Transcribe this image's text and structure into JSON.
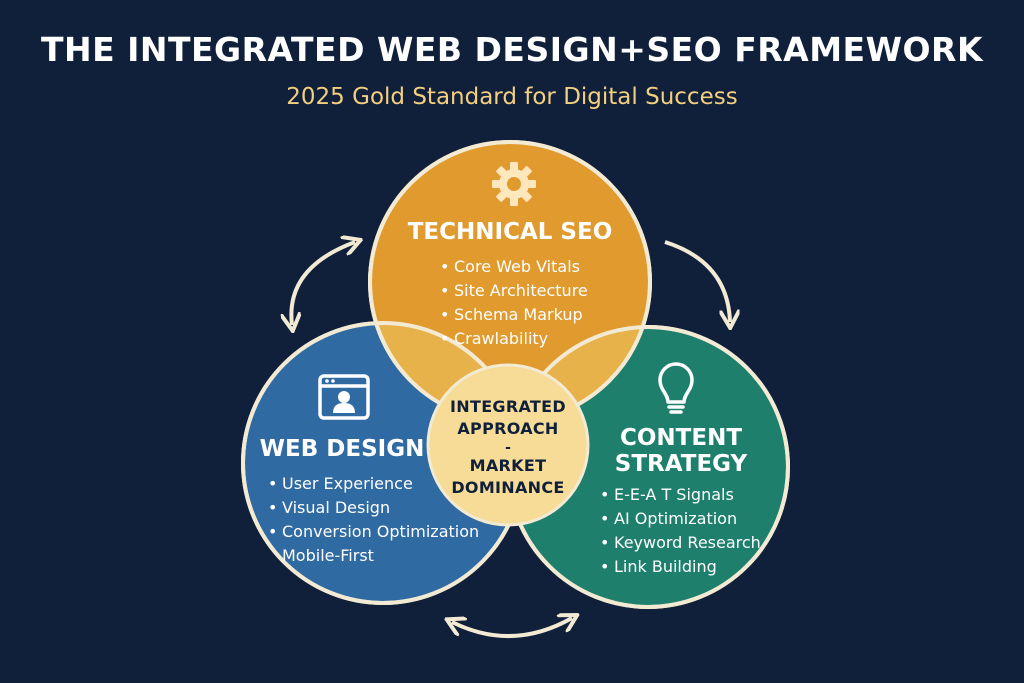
{
  "header": {
    "title": "THE INTEGRATED WEB DESIGN+SEO FRAMEWORK",
    "subtitle": "2025 Gold Standard for Digital Success"
  },
  "colors": {
    "background": "#10203a",
    "technical_seo": "#e09a2e",
    "web_design": "#2f6aa3",
    "content_strategy": "#1e7f6c",
    "center": "#f6dc97",
    "outline": "#f3ead3",
    "subtitle": "#f3cf7f"
  },
  "circles": {
    "technical_seo": {
      "icon": "gear-icon",
      "title": "TECHNICAL SEO",
      "items": [
        "Core Web Vitals",
        "Site Architecture",
        "Schema Markup",
        "Crawlability"
      ]
    },
    "web_design": {
      "icon": "browser-user-icon",
      "title": "WEB DESIGN",
      "items": [
        "User Experience",
        "Visual Design",
        "Conversion Optimization",
        "Mobile-First"
      ],
      "bullets": [
        true,
        true,
        true,
        false
      ]
    },
    "content_strategy": {
      "icon": "lightbulb-icon",
      "title_line1": "CONTENT",
      "title_line2": "STRATEGY",
      "items": [
        "E-E-A T Signals",
        "AI Optimization",
        "Keyword Research",
        "Link Building"
      ]
    }
  },
  "center": {
    "line1": "INTEGRATED",
    "line2": "APPROACH",
    "separator": "-",
    "line3": "MARKET",
    "line4": "DOMINANCE"
  }
}
